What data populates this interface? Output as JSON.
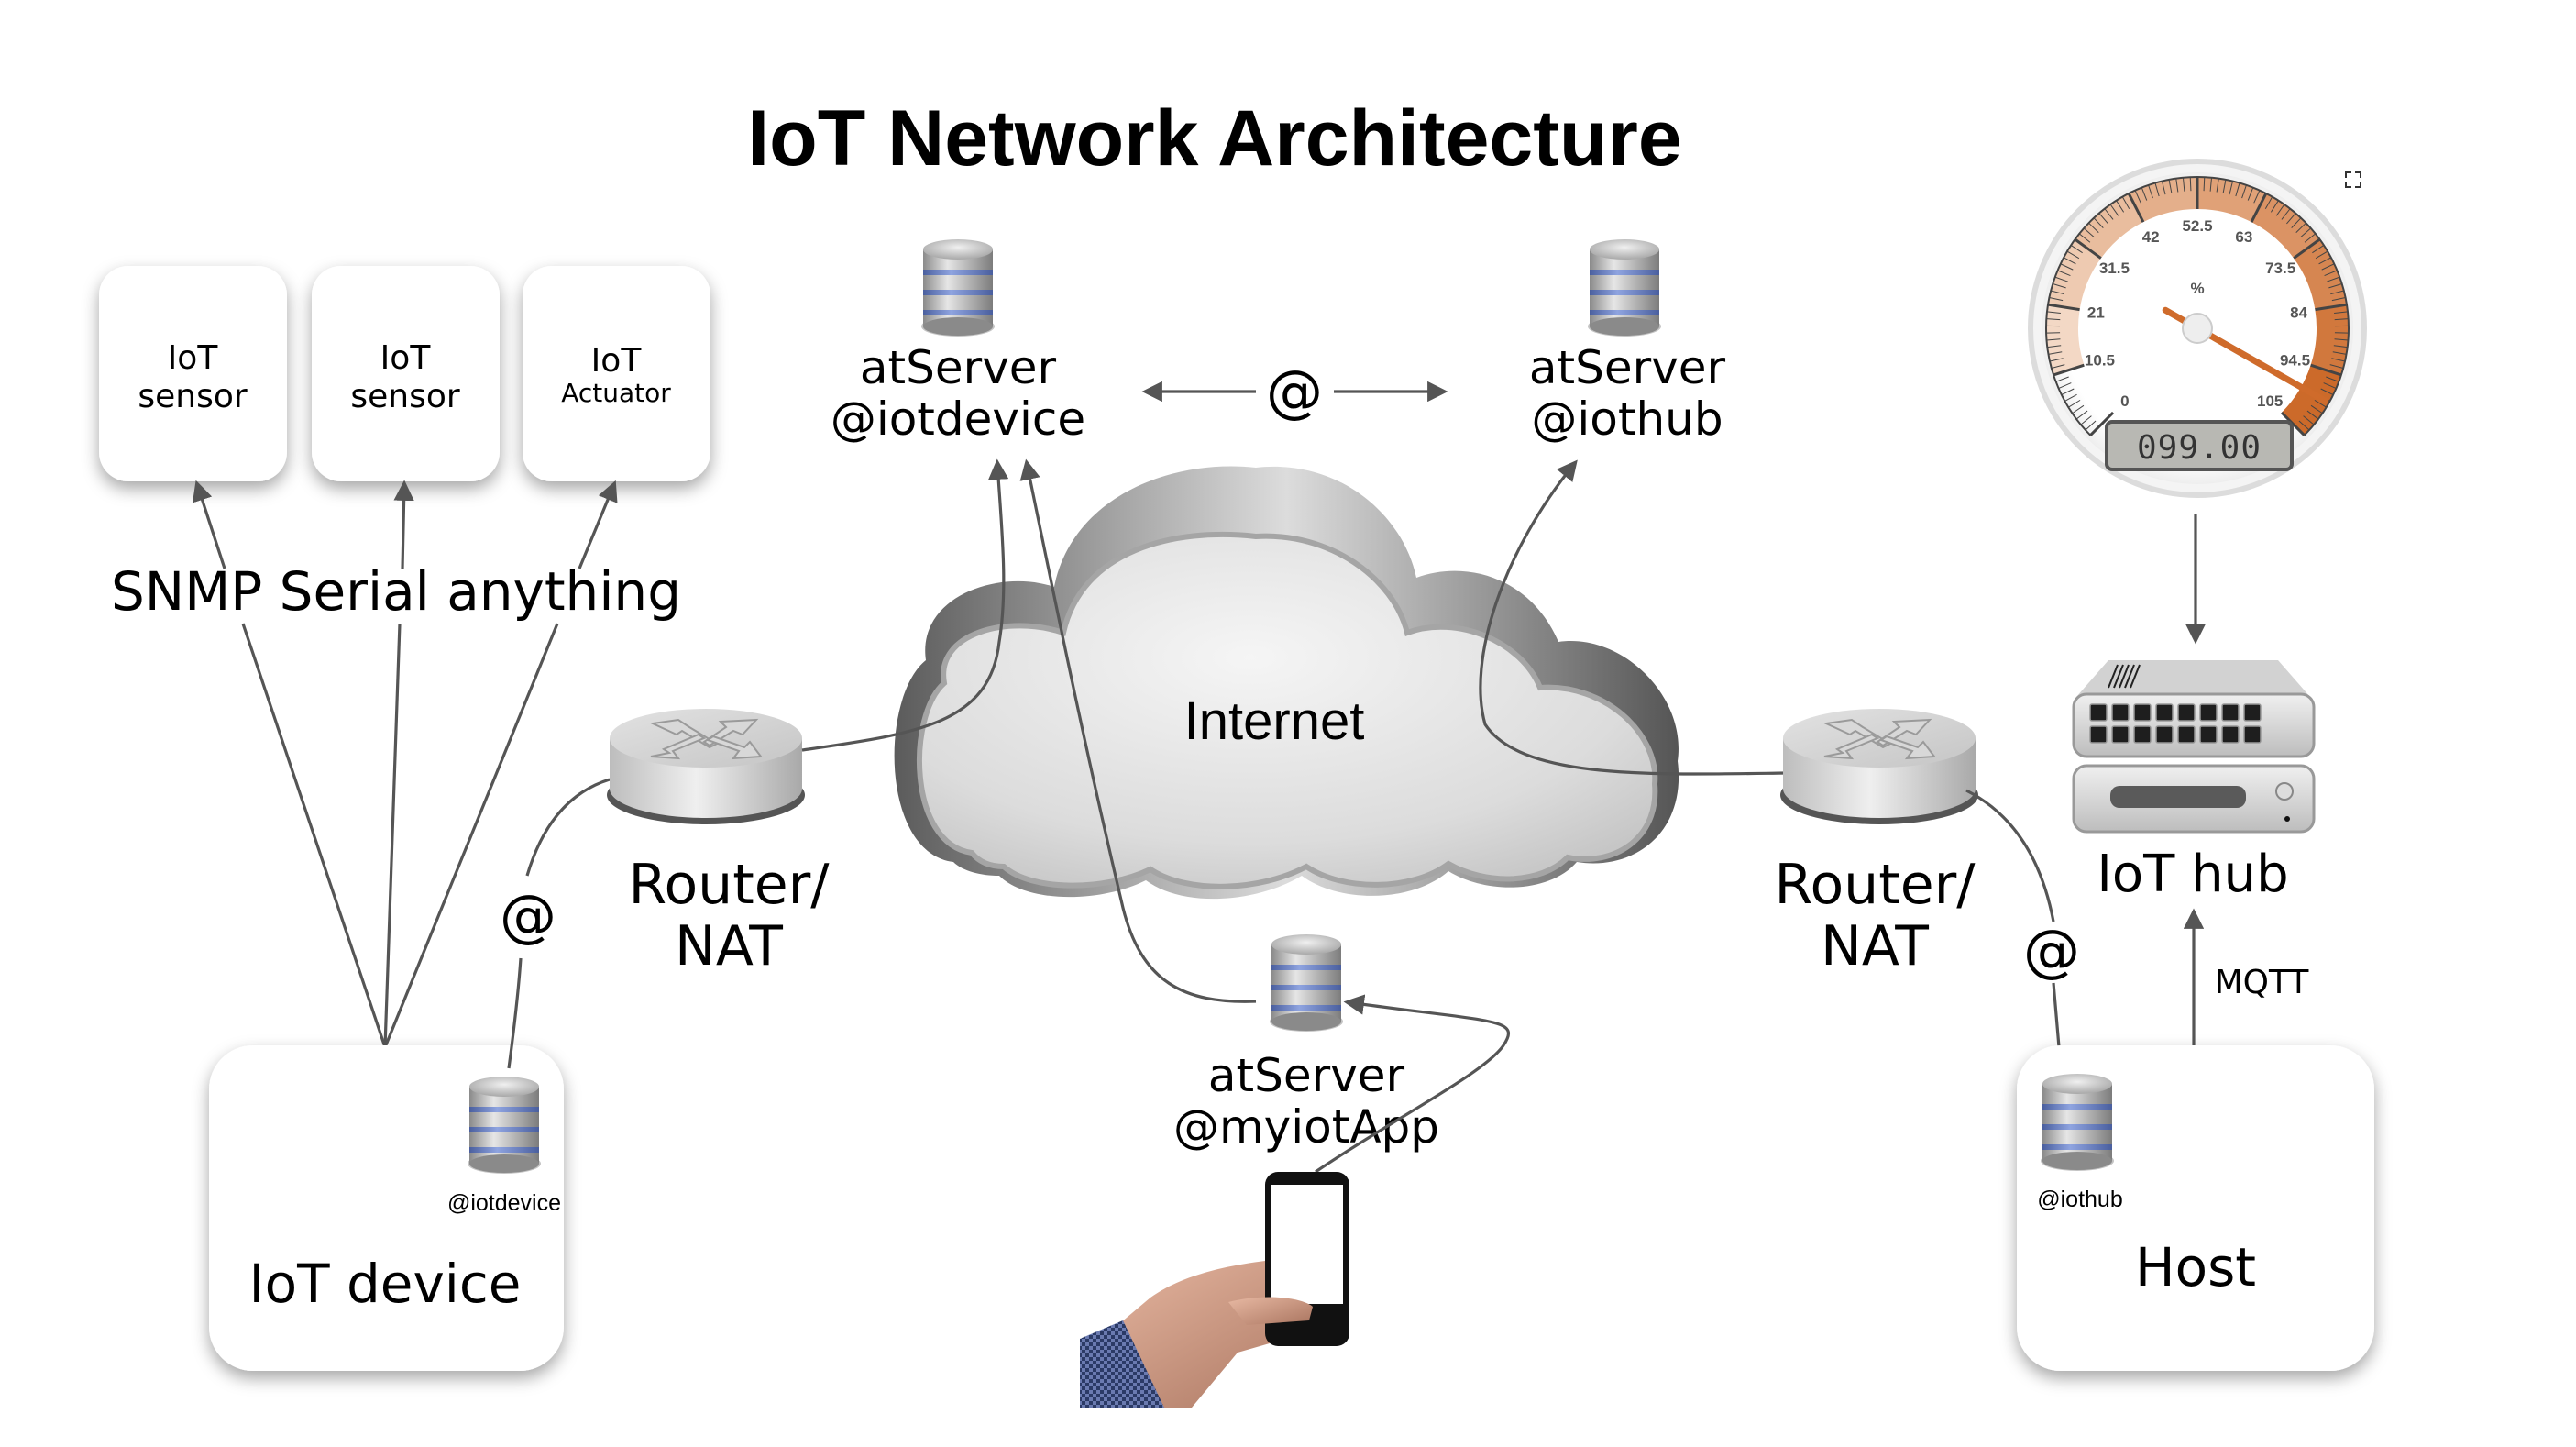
{
  "title": "IoT Network Architecture",
  "devices": [
    {
      "line1": "IoT",
      "line2": "sensor"
    },
    {
      "line1": "IoT",
      "line2": "sensor"
    },
    {
      "line1": "IoT",
      "line2": "Actuator"
    }
  ],
  "protocols_label": "SNMP Serial anything",
  "iot_device": {
    "label": "IoT device",
    "db_label": "@iotdevice"
  },
  "router_left": {
    "line1": "Router/",
    "line2": "NAT"
  },
  "router_right": {
    "line1": "Router/",
    "line2": "NAT"
  },
  "cloud_label": "Internet",
  "atservers": [
    {
      "line1": "atServer",
      "line2": "@iotdevice"
    },
    {
      "line1": "atServer",
      "line2": "@iothub"
    },
    {
      "line1": "atServer",
      "line2": "@myiotApp"
    }
  ],
  "at_symbol": "@",
  "link_labels": {
    "left_at": "@",
    "right_at": "@",
    "middle_at": "@",
    "mqtt": "MQTT"
  },
  "iot_hub_label": "IoT hub",
  "host": {
    "label": "Host",
    "db_label": "@iothub"
  },
  "gauge": {
    "unit": "%",
    "min": 0,
    "max": 105,
    "value": 99,
    "readout": "099.00",
    "ticks": [
      "0",
      "10.5",
      "21",
      "31.5",
      "42",
      "52.5",
      "63",
      "73.5",
      "84",
      "94.5",
      "105"
    ],
    "colors": {
      "needle": "#cf6b2b",
      "band_light": "#f8e6d8",
      "band_dark": "#cc6a2a"
    }
  },
  "colors": {
    "connector": "#555555",
    "db_stripe": "#6f86c9"
  }
}
